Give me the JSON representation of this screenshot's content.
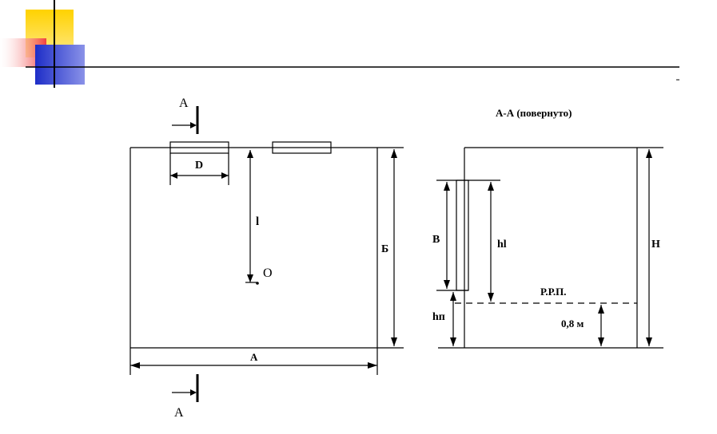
{
  "labels": {
    "section_top": "А",
    "section_bottom": "А",
    "d": "D",
    "l": "l",
    "o": "O",
    "b_cyr": "Б",
    "a_width": "А",
    "section_title": "А-А (повернуто)",
    "b_height": "В",
    "h1": "hl",
    "h_total": "Н",
    "hp": "hп",
    "rrp": "Р.Р.П.",
    "depth": "0,8 м"
  },
  "colors": {
    "accent_yellow": "#ffd200",
    "accent_red": "#f04040",
    "accent_blue": "#1e2ec8",
    "line": "#000000"
  }
}
